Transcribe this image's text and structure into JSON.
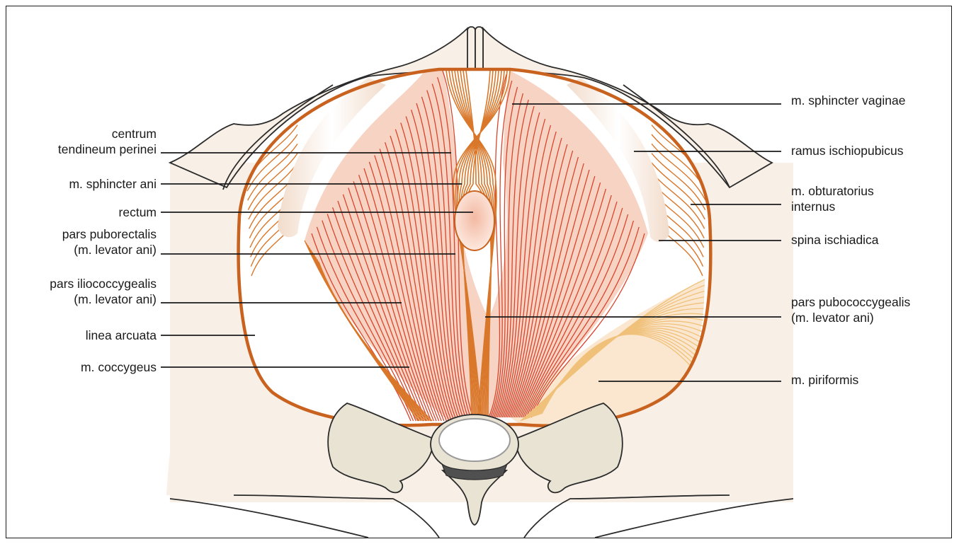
{
  "figure": {
    "left_labels": [
      {
        "id": "centrum",
        "lines": [
          "centrum",
          "tendineum perinei"
        ]
      },
      {
        "id": "sphincter-ani",
        "lines": [
          "m. sphincter ani"
        ]
      },
      {
        "id": "rectum",
        "lines": [
          "rectum"
        ]
      },
      {
        "id": "puborectalis",
        "lines": [
          "pars puborectalis",
          "(m. levator ani)"
        ]
      },
      {
        "id": "iliococcygealis",
        "lines": [
          "pars iliococcygealis",
          "(m. levator ani)"
        ]
      },
      {
        "id": "linea-arcuata",
        "lines": [
          "linea arcuata"
        ]
      },
      {
        "id": "coccygeus",
        "lines": [
          "m. coccygeus"
        ]
      }
    ],
    "right_labels": [
      {
        "id": "sphincter-vaginae",
        "lines": [
          "m. sphincter vaginae"
        ]
      },
      {
        "id": "ramus",
        "lines": [
          "ramus ischiopubicus"
        ]
      },
      {
        "id": "obturatorius",
        "lines": [
          "m. obturatorius",
          "internus"
        ]
      },
      {
        "id": "spina",
        "lines": [
          "spina ischiadica"
        ]
      },
      {
        "id": "pubococcygealis",
        "lines": [
          "pars pubococcygealis",
          "(m. levator ani)"
        ]
      },
      {
        "id": "piriformis",
        "lines": [
          "m. piriformis"
        ]
      }
    ]
  },
  "colors": {
    "skin": "#f8efe6",
    "bone": "#e9e3d4",
    "bone_outline": "#2b2b2b",
    "pelvic_ring": "#c8621e",
    "muscle_fill": "#f7d3c4",
    "muscle_fiber": "#d9452c",
    "obturator_fiber": "#d9772a",
    "piriformis_fill": "#fbe7cf",
    "piriformis_fiber": "#f0c17a",
    "vertebra_dark": "#505050"
  }
}
